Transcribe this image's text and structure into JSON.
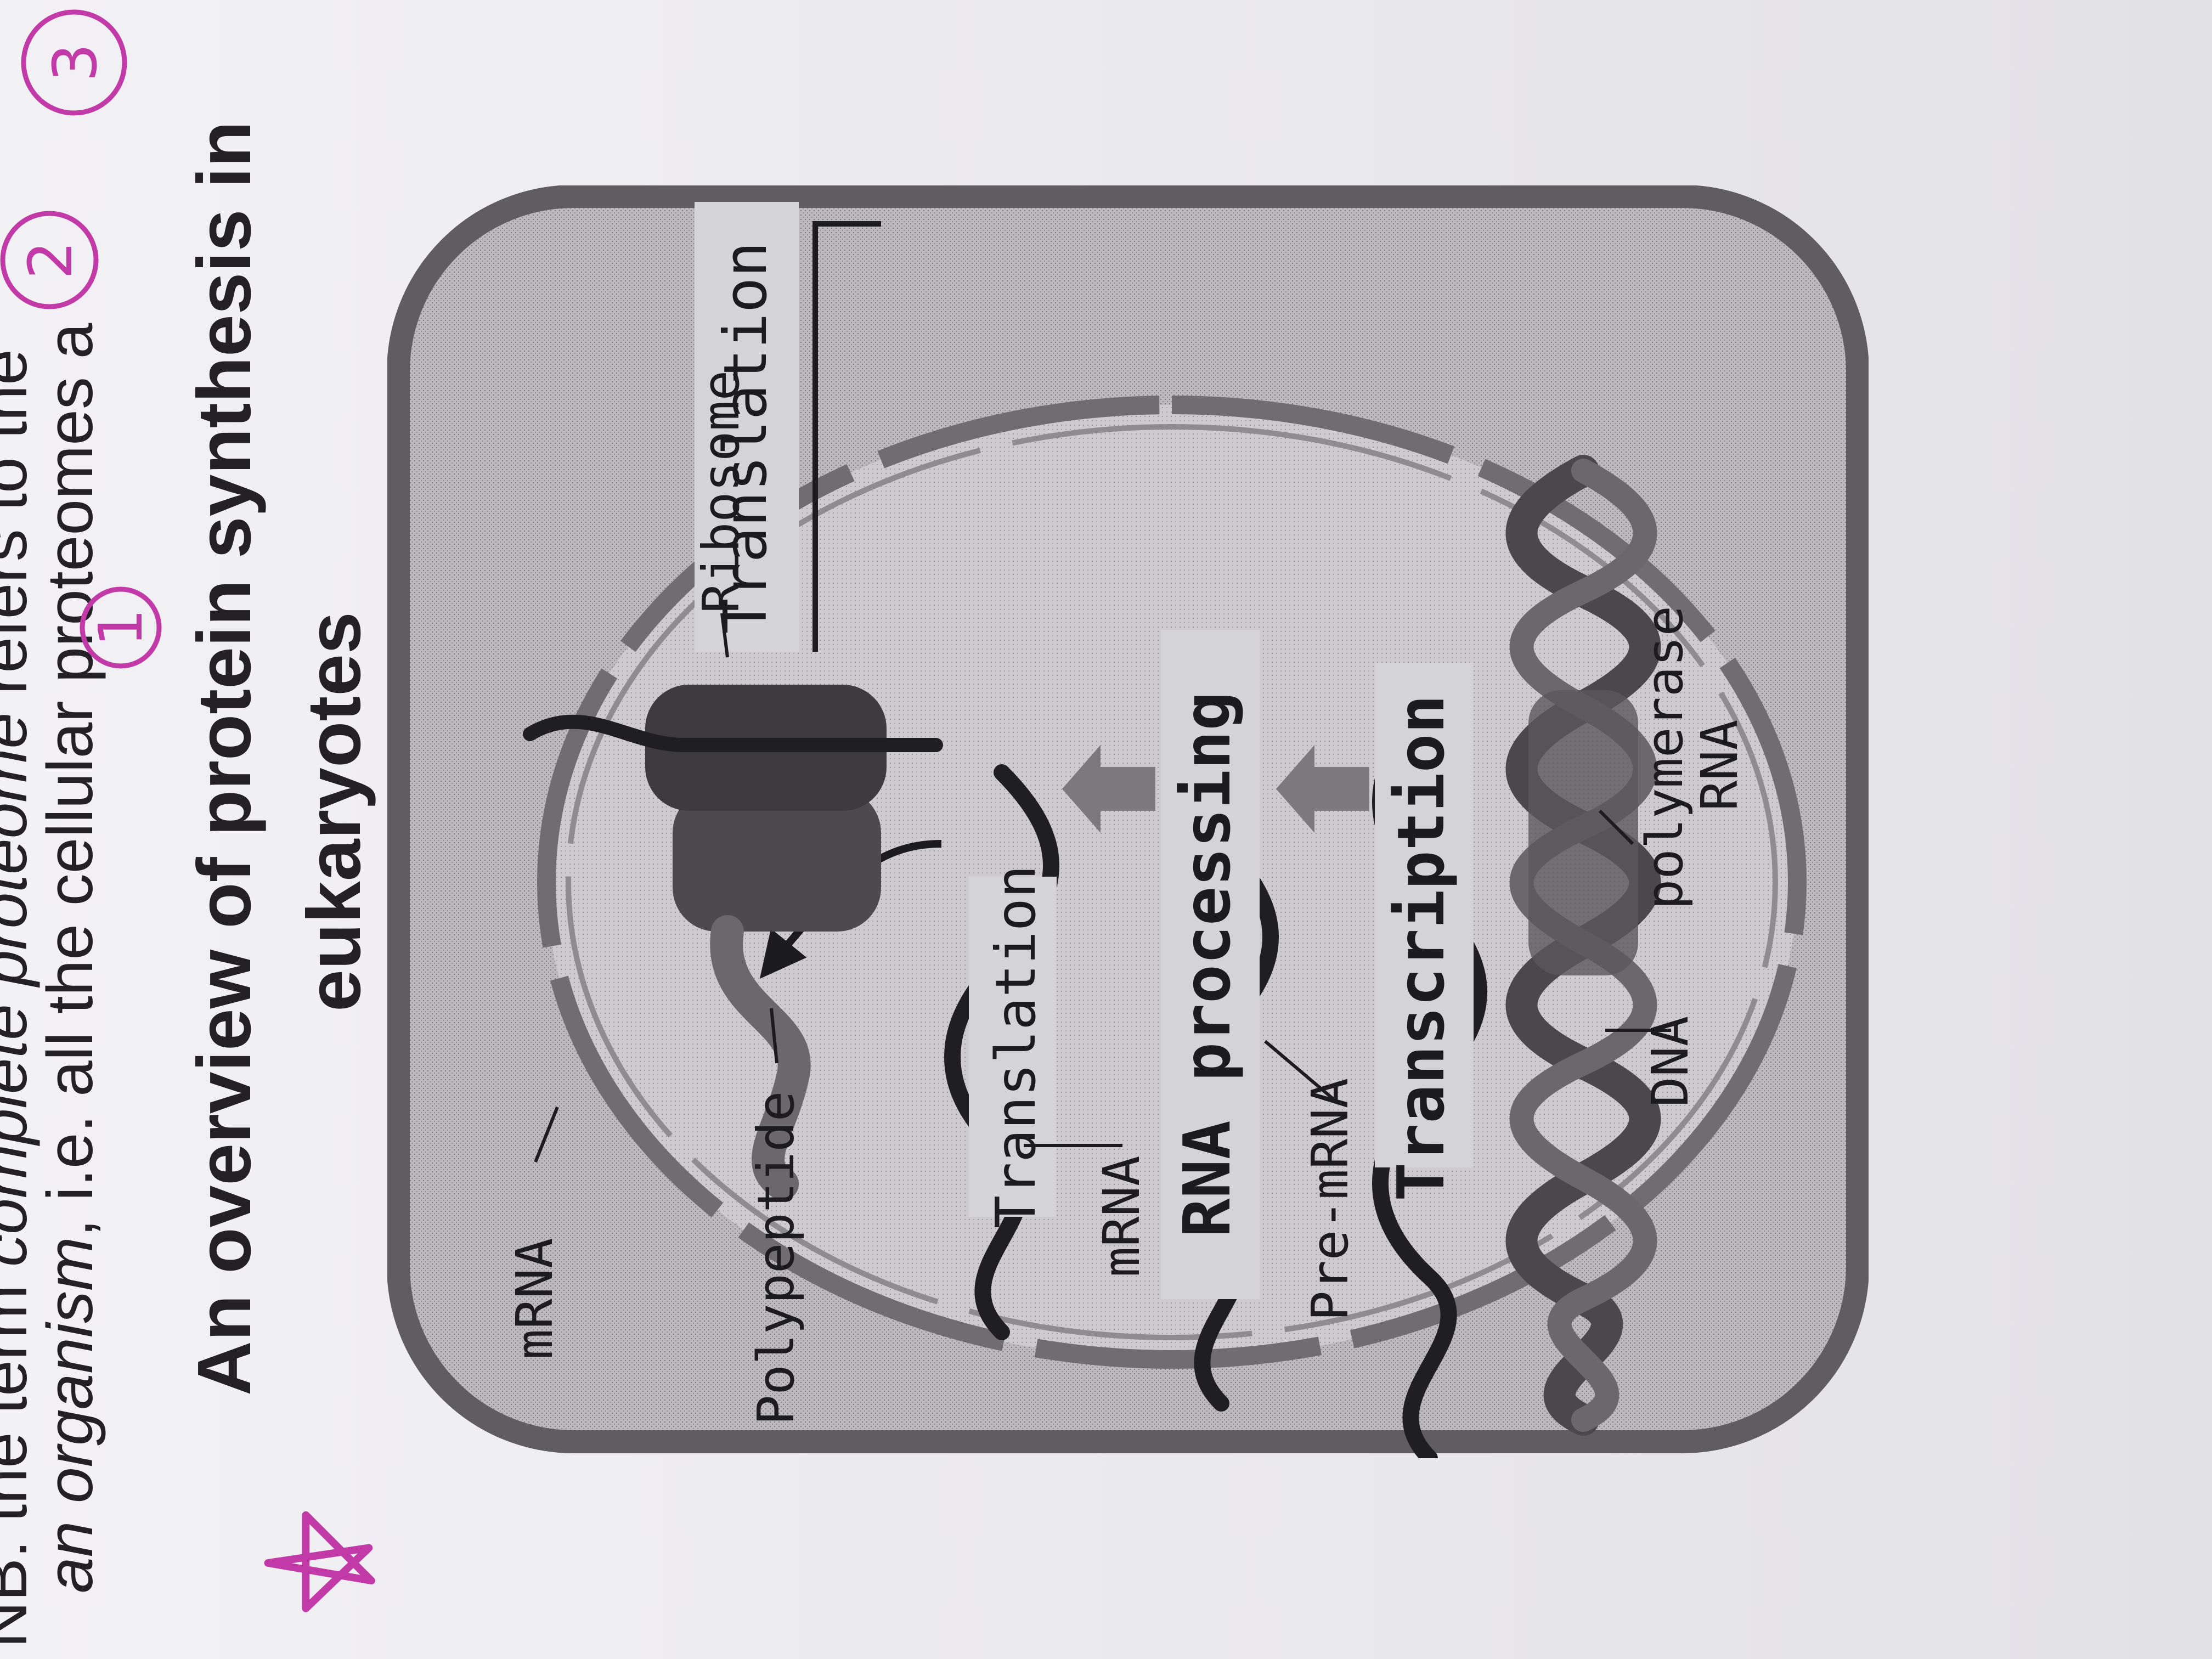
{
  "text": {
    "line1_prefix": "NB: the term ",
    "line1_italic": "complete proteome",
    "line1_suffix": " refers to the",
    "line2_italic": "an organism",
    "line2_suffix": ", i.e. all the cellular proteomes a",
    "title_line1": "An overview of protein synthesis in",
    "title_line2": "eukaryotes"
  },
  "figure": {
    "labels": {
      "dna": "DNA",
      "rna_polymerase_1": "RNA",
      "rna_polymerase_2": "polymerase",
      "pre_mrna": "Pre-mRNA",
      "mrna_nucleus": "mRNA",
      "ribosome": "Ribosome",
      "polypeptide": "Polypeptide",
      "mrna_cytoplasm": "mRNA"
    },
    "steps": {
      "transcription": "Transcription",
      "rna_processing": "RNA processing",
      "translation_bracket": "Translation",
      "translation_box": "Translation"
    }
  },
  "annotations": {
    "margin_numbers": [
      "1",
      "2",
      "3"
    ]
  },
  "colors": {
    "pen_magenta": "#c23aa8",
    "cell_fill": "#b9b7bb",
    "nucleus_fill": "#c9c7cb",
    "label_box": "#d4d3d6"
  }
}
